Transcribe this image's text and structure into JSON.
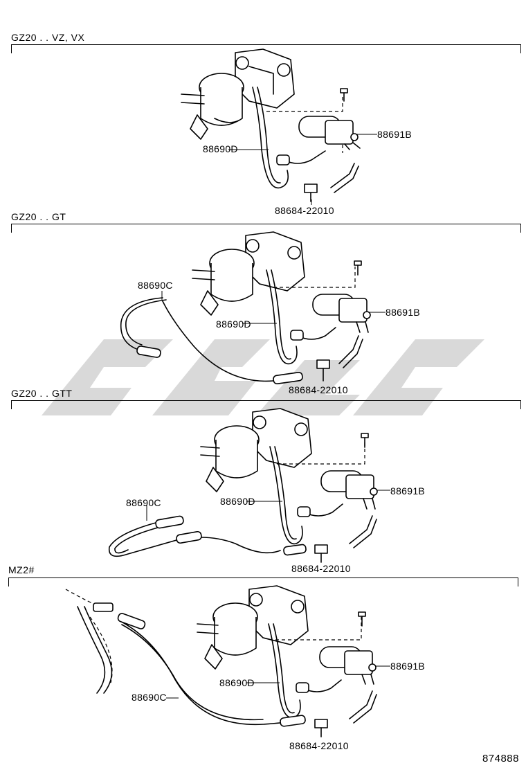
{
  "sections": [
    {
      "label": "GZ20 . . VZ, VX",
      "parts": {
        "hose_d": "88690D",
        "valve": "88691B",
        "connector": "88684-22010"
      }
    },
    {
      "label": "GZ20 . . GT",
      "parts": {
        "hose_c": "88690C",
        "hose_d": "88690D",
        "valve": "88691B",
        "connector": "88684-22010"
      }
    },
    {
      "label": "GZ20 . . GTT",
      "parts": {
        "hose_c": "88690C",
        "hose_d": "88690D",
        "valve": "88691B",
        "connector": "88684-22010"
      }
    },
    {
      "label": "MZ2#",
      "parts": {
        "hose_c": "88690C",
        "hose_d": "88690D",
        "valve": "88691B",
        "connector": "88684-22010"
      }
    }
  ],
  "figure_code": "874888",
  "watermark_color": "#d9d9d9"
}
